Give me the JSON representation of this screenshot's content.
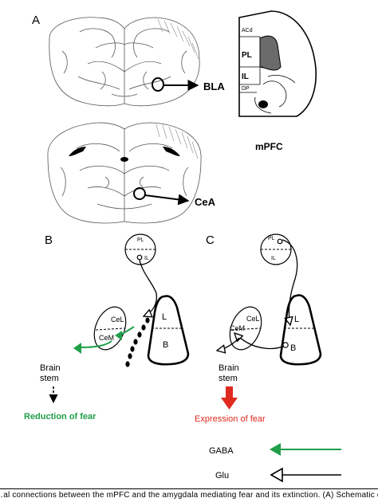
{
  "panels": {
    "A": {
      "letter": "A",
      "labels": {
        "bla": "BLA",
        "cea": "CeA",
        "mpfc": "mPFC"
      },
      "mpfc_regions": {
        "acd": "ACd",
        "pl": "PL",
        "il": "IL",
        "dp": "DP"
      }
    },
    "B": {
      "letter": "B",
      "pl": "PL",
      "il": "IL",
      "cel": "CeL",
      "cem": "CeM",
      "l": "L",
      "b": "B",
      "brainstem_line1": "Brain",
      "brainstem_line2": "stem",
      "outcome": "Reduction of fear"
    },
    "C": {
      "letter": "C",
      "pl": "PL",
      "il": "IL",
      "cel": "CeL",
      "cem": "CeM",
      "l": "L",
      "b": "B",
      "brainstem_line1": "Brain",
      "brainstem_line2": "stem",
      "outcome": "Expression of fear"
    }
  },
  "legend": {
    "gaba": "GABA",
    "glu": "Glu"
  },
  "caption": "…al connections between the mPFC and the amygdala mediating fear and its extinction. (A) Schematic diagram",
  "colors": {
    "gaba": "#1f9e4a",
    "expression": "#e02a1f",
    "mpfc_fill": "#6b6b6b",
    "line": "#000000",
    "atlas": "#555555"
  }
}
